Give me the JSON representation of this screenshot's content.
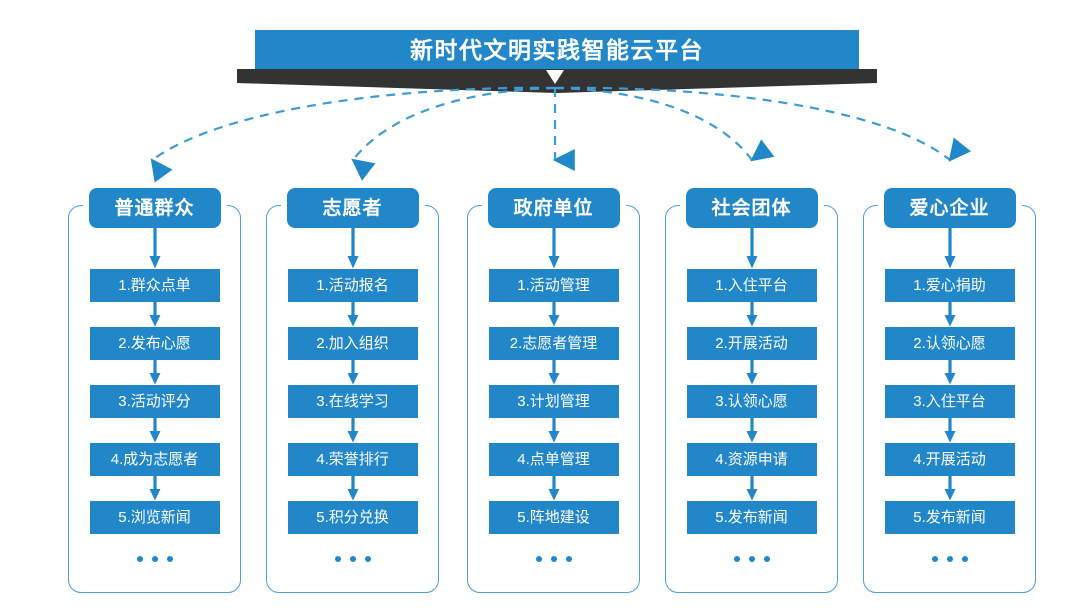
{
  "banner": {
    "title": "新时代文明实践智能云平台",
    "color": "#2287c8",
    "ribbon_color": "#333333"
  },
  "theme": {
    "primary_blue": "#2287c8",
    "outline_blue": "#4c9fd8",
    "arrow_blue": "#2287c8",
    "dashed_blue": "#3e9bd4",
    "text_white": "#ffffff",
    "background": "#ffffff"
  },
  "ellipsis_label": "...",
  "columns": [
    {
      "header": "普通群众",
      "items": [
        "1.群众点单",
        "2.发布心愿",
        "3.活动评分",
        "4.成为志愿者",
        "5.浏览新闻"
      ]
    },
    {
      "header": "志愿者",
      "items": [
        "1.活动报名",
        "2.加入组织",
        "3.在线学习",
        "4.荣誉排行",
        "5.积分兑换"
      ]
    },
    {
      "header": "政府单位",
      "items": [
        "1.活动管理",
        "2.志愿者管理",
        "3.计划管理",
        "4.点单管理",
        "5.阵地建设"
      ]
    },
    {
      "header": "社会团体",
      "items": [
        "1.入住平台",
        "2.开展活动",
        "3.认领心愿",
        "4.资源申请",
        "5.发布新闻"
      ]
    },
    {
      "header": "爱心企业",
      "items": [
        "1.爱心捐助",
        "2.认领心愿",
        "3.入住平台",
        "4.开展活动",
        "5.发布新闻"
      ]
    }
  ]
}
